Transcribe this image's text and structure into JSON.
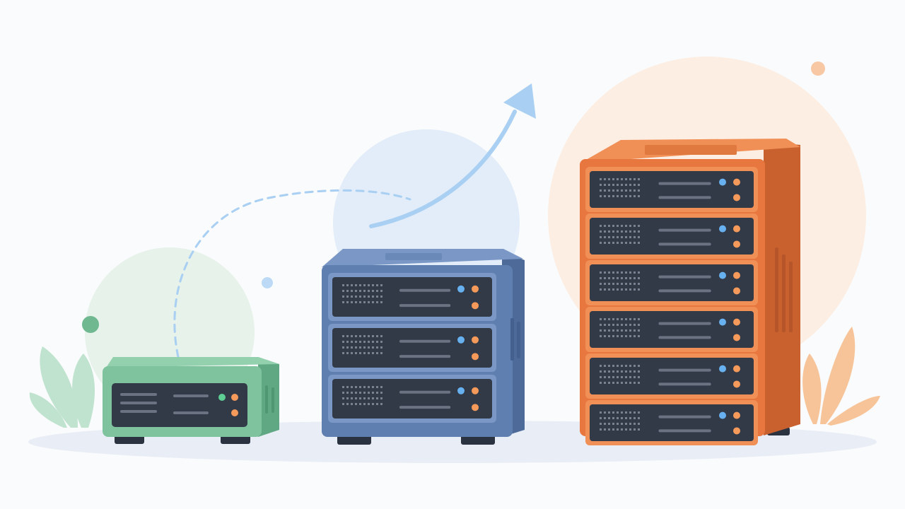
{
  "palette": {
    "background": "#fafbfc",
    "ground": "#e9eef6",
    "green_body": "#7fc29e",
    "green_front": "#93d0ad",
    "green_shade": "#5fa883",
    "green_circle": "#e6f2ea",
    "blue_body": "#5f7fb0",
    "blue_front": "#7a97c6",
    "blue_shade": "#4d6a99",
    "blue_circle": "#e2edf9",
    "orange_body": "#e8773f",
    "orange_front": "#f08f56",
    "orange_shade": "#c9612f",
    "orange_circle": "#fdeee3",
    "panel": "#323a48",
    "led_blue": "#68b1f0",
    "led_orange": "#f59a5a",
    "led_green": "#5fce95",
    "arrow": "#a9cff2",
    "dashed_path": "#a9cff2",
    "plant_green": "#bfe3cf",
    "plant_orange": "#f7c49a",
    "foot": "#2c3340"
  },
  "icons": {
    "small_server": "server-small-icon",
    "medium_server": "server-medium-icon",
    "large_server": "server-large-icon",
    "growth_arrow": "arrow-up-right-icon",
    "leaf_left": "leaf-icon",
    "leaf_right": "leaf-icon"
  },
  "servers": {
    "small": {
      "rack_units": 1
    },
    "medium": {
      "rack_units": 3
    },
    "large": {
      "rack_units": 6
    }
  }
}
